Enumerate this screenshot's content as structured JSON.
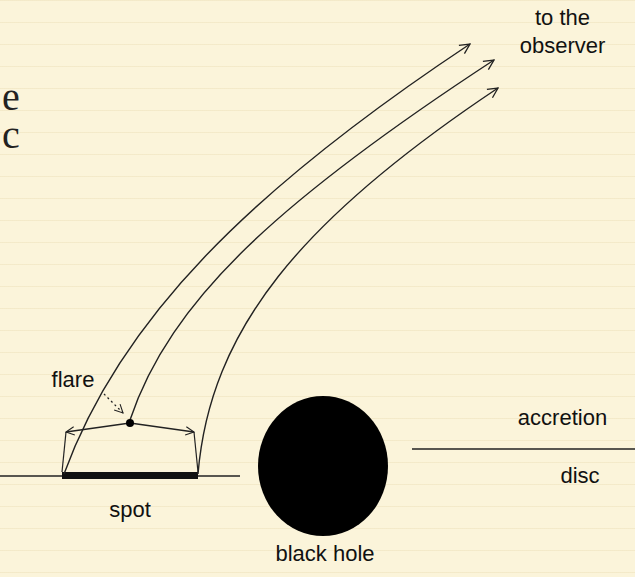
{
  "diagram": {
    "labels": [
      "to the observer",
      "flare",
      "spot",
      "black hole",
      "accretion",
      "disc",
      "e",
      "c"
    ]
  }
}
